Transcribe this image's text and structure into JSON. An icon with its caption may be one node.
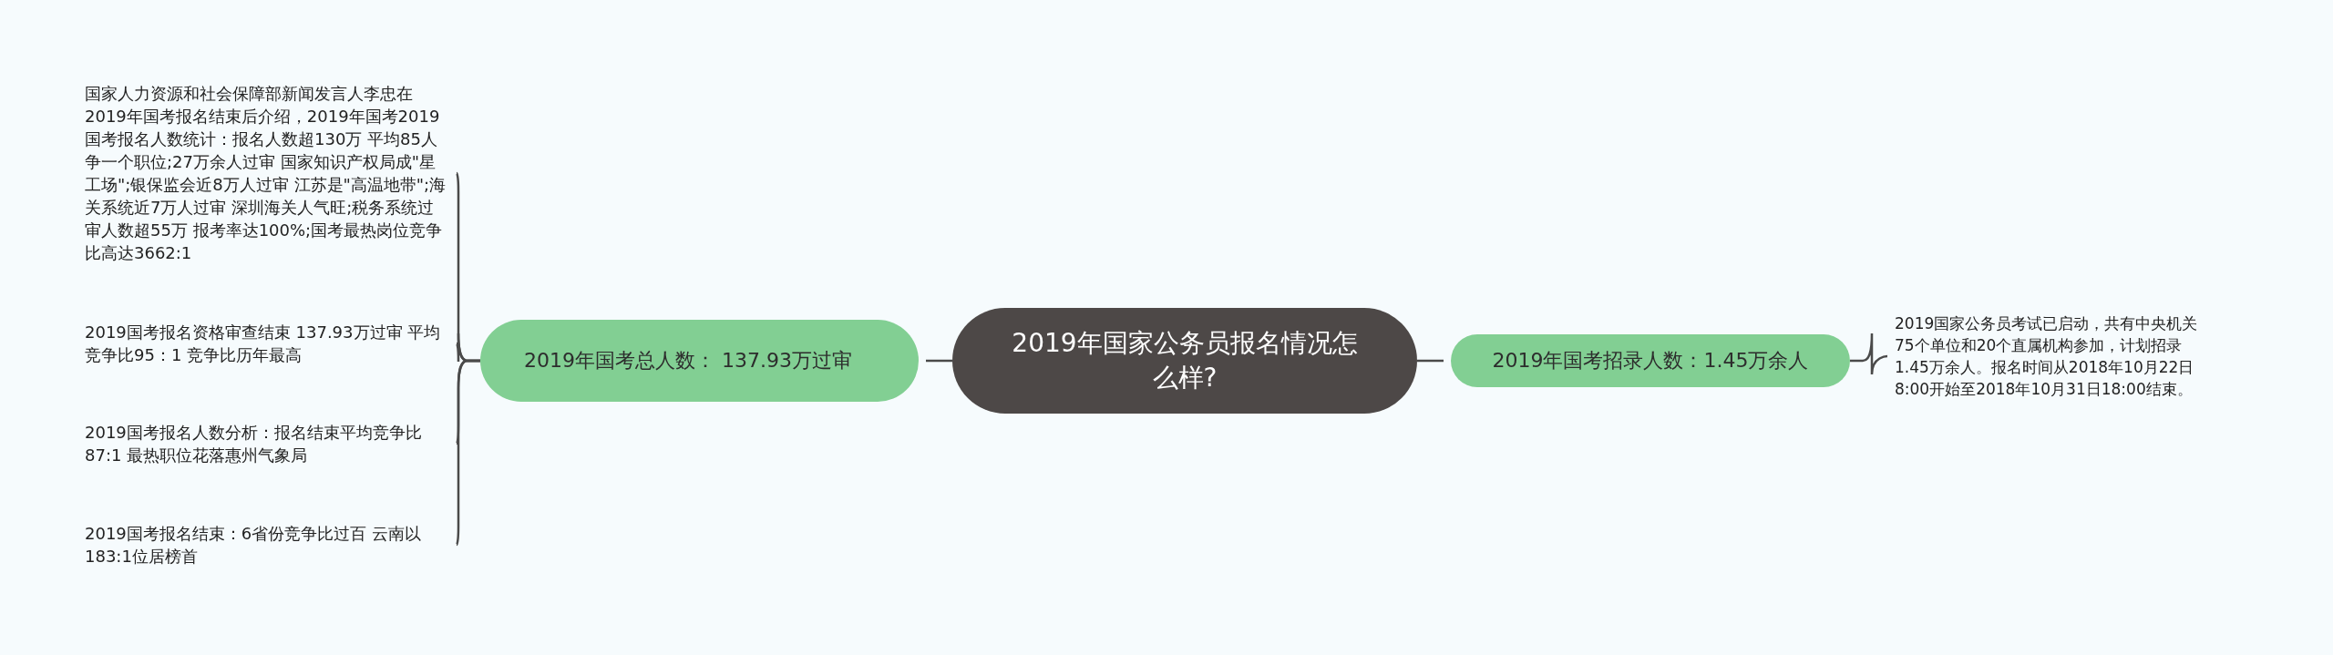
{
  "diagram": {
    "nodes": [
      {
        "text": [
          "2019年国家公务员报名情况怎么样?"
        ]
      },
      {
        "text": [
          "2019年国考总人数： 137.93万过审"
        ]
      },
      {
        "text": [
          "2019年国考招录人数：1.45万余人"
        ]
      },
      {
        "text": [
          "国家人力资源和社会保障部新闻发言人李忠在2019年国考报名结束后介绍，2019年国考2019国考报名人数统计：报名人数超130万 平均85人争一个职位;27万余人过审 国家知识产权局成\"星工场\";银保监会近8万人过审 江苏是\"高温地带\";海关系统近7万人过审 深圳海关人气旺;税务系统过审人数超55万 报考率达100%;国考最热岗位竞争比高达3662:1"
        ]
      },
      {
        "text": [
          "2019国考报名资格审查结束 137.93万过审 平均竞争比95：1 竞争比历年最高"
        ]
      },
      {
        "text": [
          "2019国考报名人数分析：报名结束平均竞争比87:1 最热职位花落惠州气象局"
        ]
      },
      {
        "text": [
          "2019国考报名结束：6省份竞争比过百 云南以183:1位居榜首"
        ]
      },
      {
        "text": [
          "2019国家公务员考试已启动，共有中央机关75个单位和20个直属机构参加，计划招录1.45万余人。报名时间从2018年10月22日8:00开始至2018年10月31日18:00结束。"
        ]
      }
    ],
    "edges": [
      {
        "from": 0,
        "to": 1,
        "arrow": "none"
      },
      {
        "from": 0,
        "to": 2,
        "arrow": "none"
      },
      {
        "from": 1,
        "to": 3,
        "arrow": "none"
      },
      {
        "from": 1,
        "to": 4,
        "arrow": "none"
      },
      {
        "from": 1,
        "to": 5,
        "arrow": "none"
      },
      {
        "from": 1,
        "to": 6,
        "arrow": "none"
      },
      {
        "from": 2,
        "to": 7,
        "arrow": "none"
      }
    ]
  }
}
